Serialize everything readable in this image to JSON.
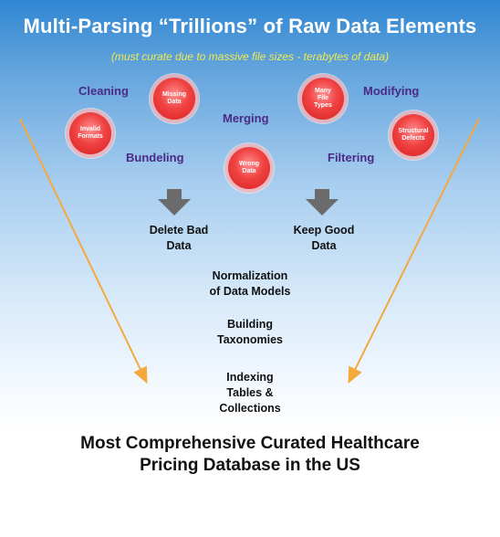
{
  "title": "Multi-Parsing “Trillions” of Raw Data Elements",
  "subtitle": "(must curate due to massive file sizes -  terabytes of data)",
  "operations": {
    "cleaning": "Cleaning",
    "merging": "Merging",
    "modifying": "Modifying",
    "bundeling": "Bundeling",
    "filtering": "Filtering"
  },
  "bubbles": {
    "missing_data": "Missing\nData",
    "invalid_formats": "Invalid\nFormats",
    "wrong_data": "Wrong\nData",
    "many_file_types": "Many\nFile\nTypes",
    "structural_defects": "Structural\nDefects"
  },
  "steps": {
    "delete_bad_data": "Delete Bad\nData",
    "keep_good_data": "Keep Good\nData",
    "normalization": "Normalization\nof Data Models",
    "building_taxonomies": "Building\nTaxonomies",
    "indexing": "Indexing\nTables &\nCollections"
  },
  "bottom_text": "Most Comprehensive Curated Healthcare\nPricing Database in the US",
  "colors": {
    "title": "#ffffff",
    "subtitle": "#f2ea4c",
    "operation_label": "#4a2a86",
    "bubble": "#e83030",
    "funnel_arrow": "#f4a93c",
    "down_arrow": "#6b6b6b"
  }
}
